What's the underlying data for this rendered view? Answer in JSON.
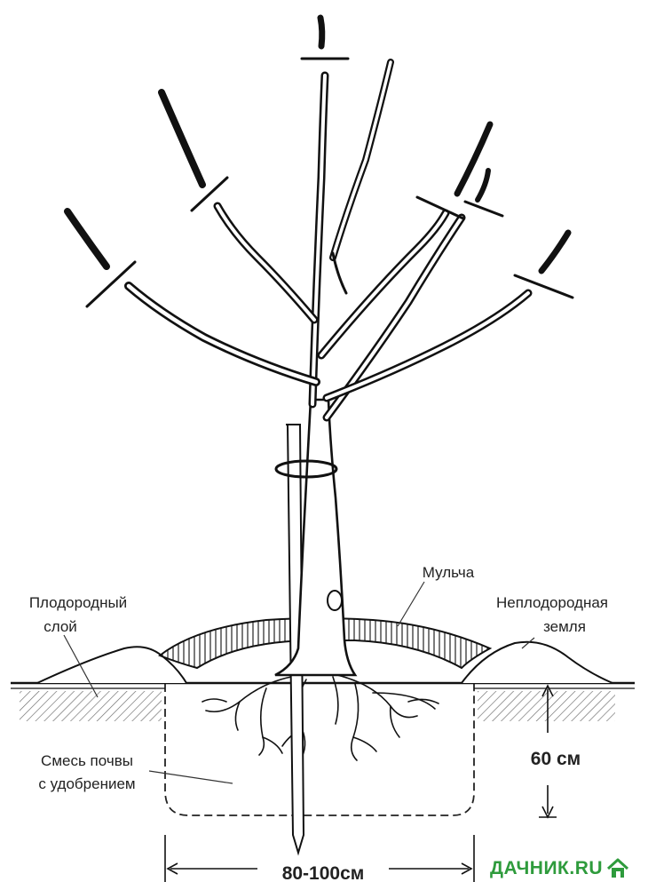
{
  "labels": {
    "fertile_layer": [
      "Плодородный",
      "слой"
    ],
    "mulch": "Мульча",
    "infertile_soil": [
      "Неплодородная",
      "земля"
    ],
    "soil_mix": [
      "Смесь почвы",
      "с удобрением"
    ],
    "depth": "60 см",
    "width": "80-100см"
  },
  "watermark": {
    "text": "ДАЧНИК.RU",
    "icon": "house-icon",
    "color": "#2e9b3c"
  }
}
